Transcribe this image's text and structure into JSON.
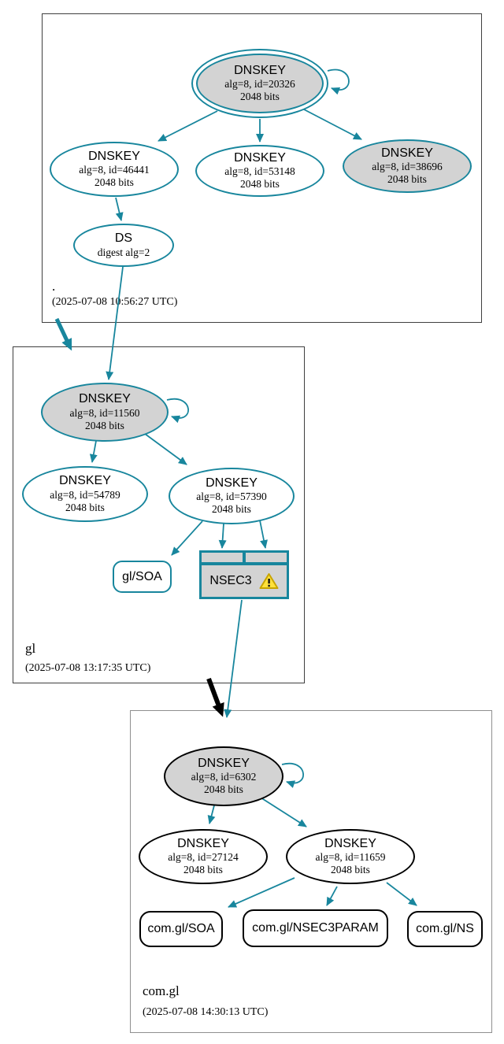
{
  "colors": {
    "secure_edge_teal": "#18869d",
    "node_fill_gray": "#d3d3d3",
    "insecure_outline_black": "#000000",
    "zone_border_dark": "#3f3f3f",
    "zone_border_insecure_gray": "#8f8f8f",
    "warning_yellow": "#ffe13a",
    "warning_border_gold": "#c8a400"
  },
  "zones": [
    {
      "label": ".",
      "timestamp": "(2025-07-08 10:56:27 UTC)",
      "nodes": {
        "ksk": {
          "type": "DNSKEY",
          "alg": "alg=8, id=20326",
          "bits": "2048 bits"
        },
        "key46441": {
          "type": "DNSKEY",
          "alg": "alg=8, id=46441",
          "bits": "2048 bits"
        },
        "key53148": {
          "type": "DNSKEY",
          "alg": "alg=8, id=53148",
          "bits": "2048 bits"
        },
        "key38696": {
          "type": "DNSKEY",
          "alg": "alg=8, id=38696",
          "bits": "2048 bits"
        },
        "ds": {
          "type": "DS",
          "detail": "digest alg=2"
        }
      }
    },
    {
      "label": "gl",
      "timestamp": "(2025-07-08 13:17:35 UTC)",
      "nodes": {
        "ksk": {
          "type": "DNSKEY",
          "alg": "alg=8, id=11560",
          "bits": "2048 bits"
        },
        "key54789": {
          "type": "DNSKEY",
          "alg": "alg=8, id=54789",
          "bits": "2048 bits"
        },
        "key57390": {
          "type": "DNSKEY",
          "alg": "alg=8, id=57390",
          "bits": "2048 bits"
        },
        "soa": {
          "label": "gl/SOA"
        },
        "nsec3": {
          "label": "NSEC3",
          "icon": "warning-triangle"
        }
      }
    },
    {
      "label": "com.gl",
      "timestamp": "(2025-07-08 14:30:13 UTC)",
      "nodes": {
        "ksk": {
          "type": "DNSKEY",
          "alg": "alg=8, id=6302",
          "bits": "2048 bits"
        },
        "key27124": {
          "type": "DNSKEY",
          "alg": "alg=8, id=27124",
          "bits": "2048 bits"
        },
        "key11659": {
          "type": "DNSKEY",
          "alg": "alg=8, id=11659",
          "bits": "2048 bits"
        },
        "soa": {
          "label": "com.gl/SOA"
        },
        "nsec3param": {
          "label": "com.gl/NSEC3PARAM"
        },
        "ns": {
          "label": "com.gl/NS"
        }
      }
    }
  ]
}
